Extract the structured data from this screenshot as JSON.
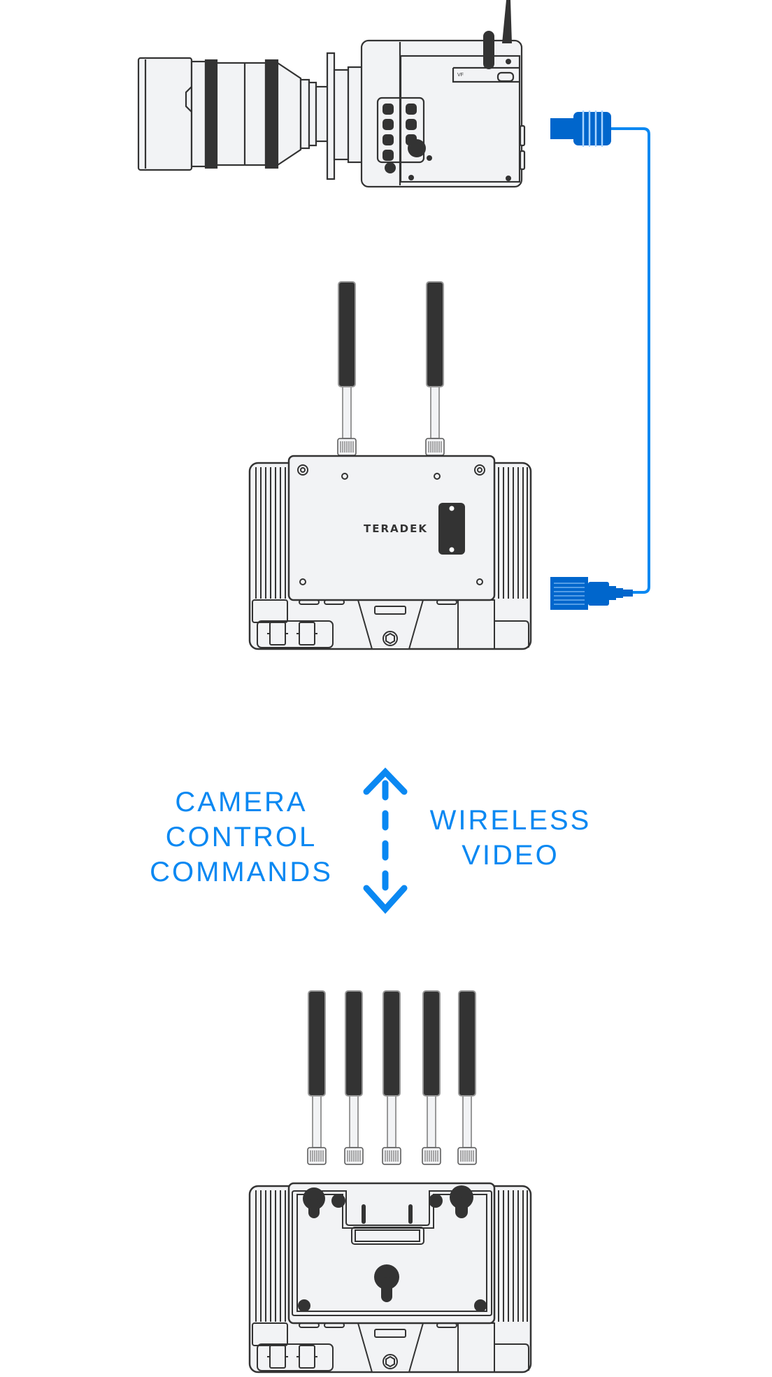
{
  "labels": {
    "left": [
      "CAMERA",
      "CONTROL",
      "COMMANDS"
    ],
    "right": [
      "WIRELESS",
      "VIDEO"
    ]
  },
  "transmitter": {
    "brand": "TERADEK"
  },
  "camera": {
    "vf_label": "VF"
  },
  "colors": {
    "accent": "#0A88F2",
    "connector": "#0066CC",
    "device_stroke": "#333333",
    "device_fill": "#F2F3F5"
  },
  "receiver": {
    "antenna_count": 5
  },
  "transmitter_antennas": {
    "count": 2
  }
}
